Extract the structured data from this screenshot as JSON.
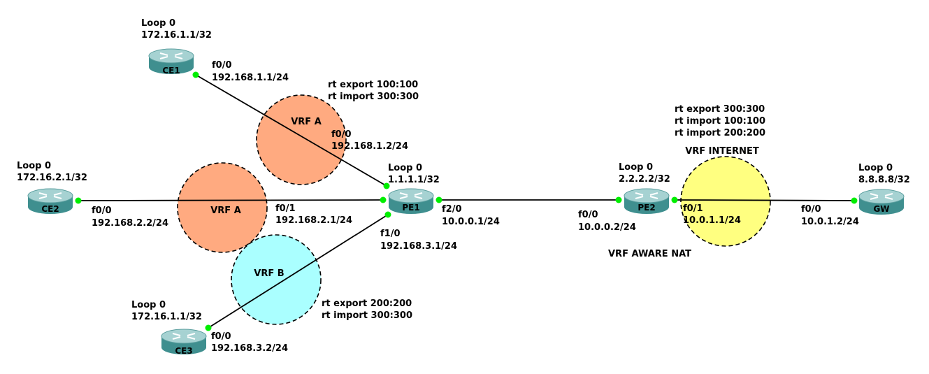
{
  "colors": {
    "vrf_a": "#ffaa80",
    "vrf_b": "#aaffff",
    "vrf_internet": "#ffff80",
    "router_body": "#3f8f8f",
    "router_top": "#9fcfcf",
    "port": "#00ee00"
  },
  "routers": {
    "ce1": "CE1",
    "ce2": "CE2",
    "ce3": "CE3",
    "pe1": "PE1",
    "pe2": "PE2",
    "gw": "GW"
  },
  "circles": {
    "vrf_a_top": "VRF A",
    "vrf_a_mid": "VRF A",
    "vrf_b": "VRF B",
    "vrf_internet": "VRF INTERNET"
  },
  "loops": {
    "ce1": [
      "Loop 0",
      "172.16.1.1/32"
    ],
    "ce2": [
      "Loop 0",
      "172.16.2.1/32"
    ],
    "ce3": [
      "Loop 0",
      "172.16.1.1/32"
    ],
    "pe1": [
      "Loop 0",
      "1.1.1.1/32"
    ],
    "pe2": [
      "Loop 0",
      "2.2.2.2/32"
    ],
    "gw": [
      "Loop 0",
      "8.8.8.8/32"
    ]
  },
  "interfaces": {
    "ce1_f00": [
      "f0/0",
      "192.168.1.1/24"
    ],
    "pe1_f00": [
      "f0/0",
      "192.168.1.2/24"
    ],
    "ce2_f00": [
      "f0/0",
      "192.168.2.2/24"
    ],
    "pe1_f01": [
      "f0/1",
      "192.168.2.1/24"
    ],
    "pe1_f10": [
      "f1/0",
      "192.168.3.1/24"
    ],
    "ce3_f00": [
      "f0/0",
      "192.168.3.2/24"
    ],
    "pe1_f20": [
      "f2/0",
      "10.0.0.1/24"
    ],
    "pe2_f00": [
      "f0/0",
      "10.0.0.2/24"
    ],
    "pe2_f01": [
      "f0/1",
      "10.0.1.1/24"
    ],
    "gw_f00": [
      "f0/0",
      "10.0.1.2/24"
    ]
  },
  "route_targets": {
    "vrf_a": [
      "rt export 100:100",
      "rt import 300:300"
    ],
    "vrf_b": [
      "rt export 200:200",
      "rt import 300:300"
    ],
    "vrf_internet": [
      "rt export 300:300",
      "rt import 100:100",
      "rt import 200:200"
    ]
  },
  "notes": {
    "nat": "VRF AWARE NAT"
  }
}
